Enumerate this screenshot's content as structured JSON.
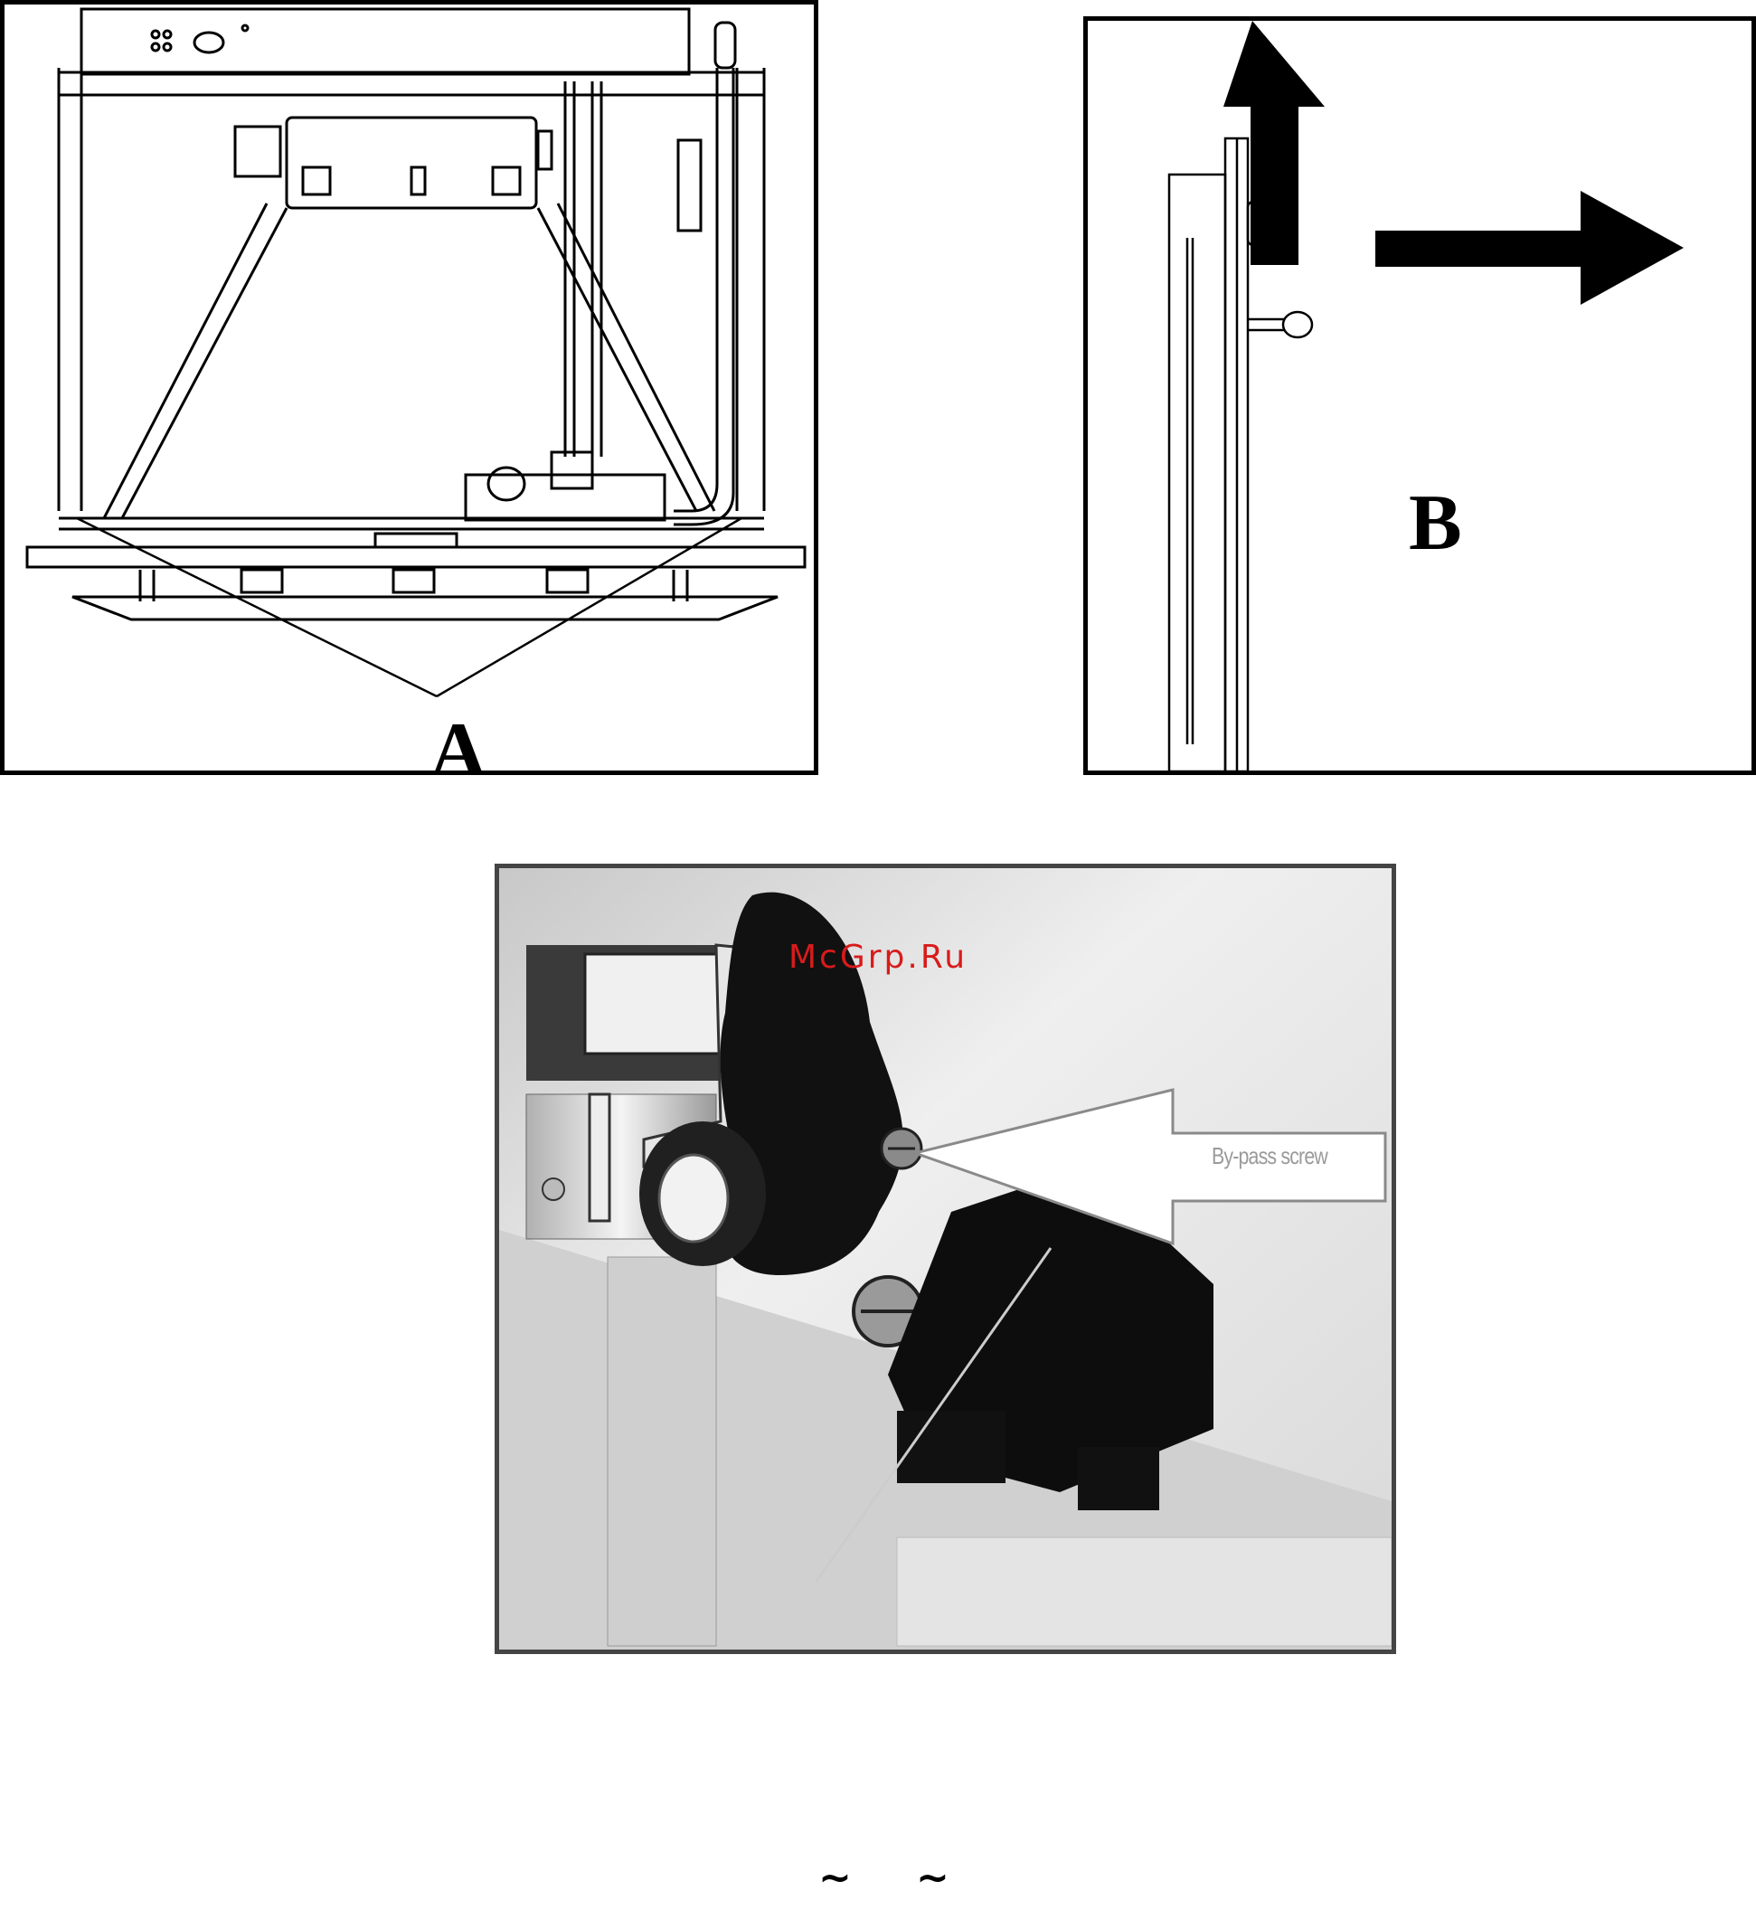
{
  "figures": {
    "a": {
      "label": "A"
    },
    "b": {
      "label": "B"
    },
    "photo": {
      "callout": "By-pass screw"
    }
  },
  "watermark": "McGrp.Ru",
  "footer": {
    "tilde_1": "~",
    "tilde_2": "~"
  },
  "colors": {
    "line": "#000000",
    "watermark": "#d81b1b",
    "callout_text": "#9a9a9a",
    "photo_background": "#e6e6e6"
  },
  "icons": [
    "arrow-up-icon",
    "arrow-right-icon"
  ]
}
